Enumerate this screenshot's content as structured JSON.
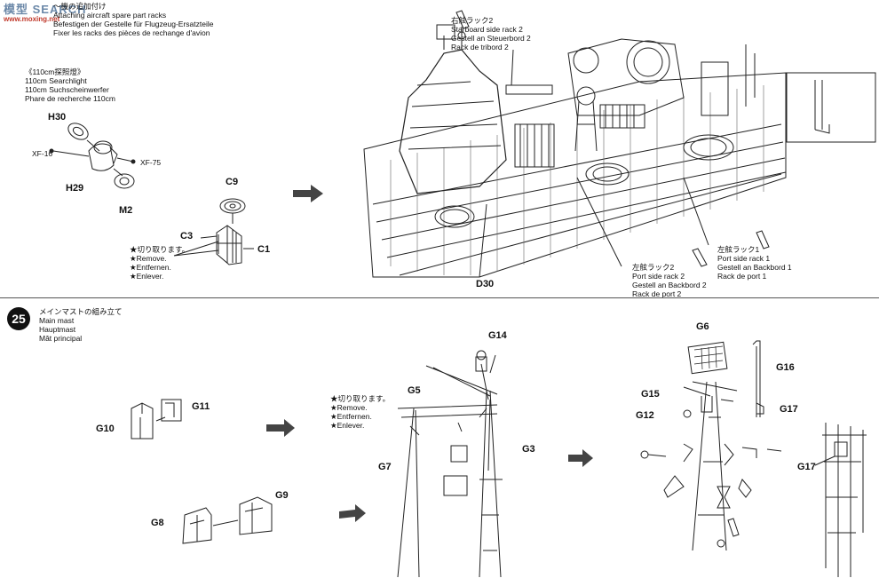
{
  "watermark": {
    "text": "模型 SEARCH",
    "subtext": "www.moxing.net"
  },
  "step24": {
    "title_lines": [
      "〜機の追加付け",
      "Attaching aircraft spare part racks",
      "Befestigen der Gestelle für Flugzeug-Ersatzteile",
      "Fixer les racks des pièces de rechange d'avion"
    ],
    "searchlight_lines": [
      "《110cm探照燈》",
      "110cm Searchlight",
      "110cm Suchscheinwerfer",
      "Phare de recherche 110cm"
    ],
    "parts": {
      "h30": "H30",
      "h29": "H29",
      "m2": "M2",
      "xf16": "XF-16",
      "xf75": "XF-75",
      "c9": "C9",
      "c3": "C3",
      "c1": "C1",
      "d30": "D30"
    },
    "remove_lines": [
      "★切り取ります。",
      "★Remove.",
      "★Entfernen.",
      "★Enlever."
    ],
    "starboard_rack": [
      "右舷ラック2",
      "Starboard side rack 2",
      "Gestell an Steuerbord 2",
      "Rack de tribord 2"
    ],
    "port_rack2": [
      "左舷ラック2",
      "Port side rack 2",
      "Gestell an Backbord 2",
      "Rack de port 2"
    ],
    "port_rack1": [
      "左舷ラック1",
      "Port side rack 1",
      "Gestell an Backbord 1",
      "Rack de port 1"
    ]
  },
  "step25": {
    "number": "25",
    "title_lines": [
      "メインマストの組み立て",
      "Main mast",
      "Hauptmast",
      "Mât principal"
    ],
    "parts": {
      "g10": "G10",
      "g11": "G11",
      "g8": "G8",
      "g9": "G9",
      "g14": "G14",
      "g5": "G5",
      "g7": "G7",
      "g3": "G3",
      "g6": "G6",
      "g16": "G16",
      "g15": "G15",
      "g12": "G12",
      "g17a": "G17",
      "g17b": "G17"
    },
    "remove_lines": [
      "★切り取ります。",
      "★Remove.",
      "★Entfernen.",
      "★Enlever."
    ]
  }
}
